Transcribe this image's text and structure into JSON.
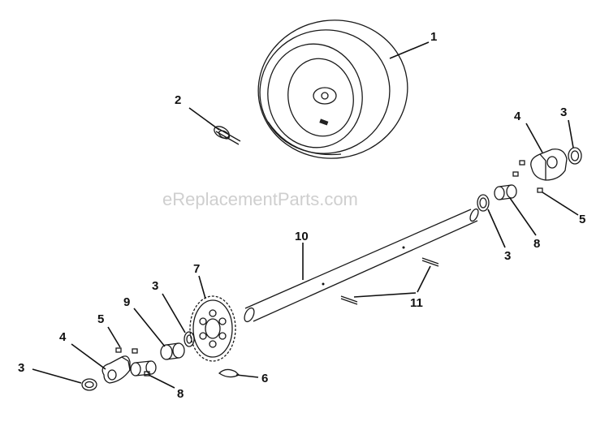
{
  "watermark": "eReplacementParts.com",
  "labels": {
    "tire": "1",
    "hairpin": "2",
    "washer_top_right": "3",
    "washer_mid_right": "3",
    "washer_left_bottom": "3",
    "washer_left_mid": "3",
    "bracket_right": "4",
    "bracket_left": "4",
    "bolt_right": "5",
    "bolt_left": "5",
    "clip": "6",
    "gear": "7",
    "bushing_right": "8",
    "bushing_left": "8",
    "spacer": "9",
    "axle": "10",
    "pins": "11"
  }
}
